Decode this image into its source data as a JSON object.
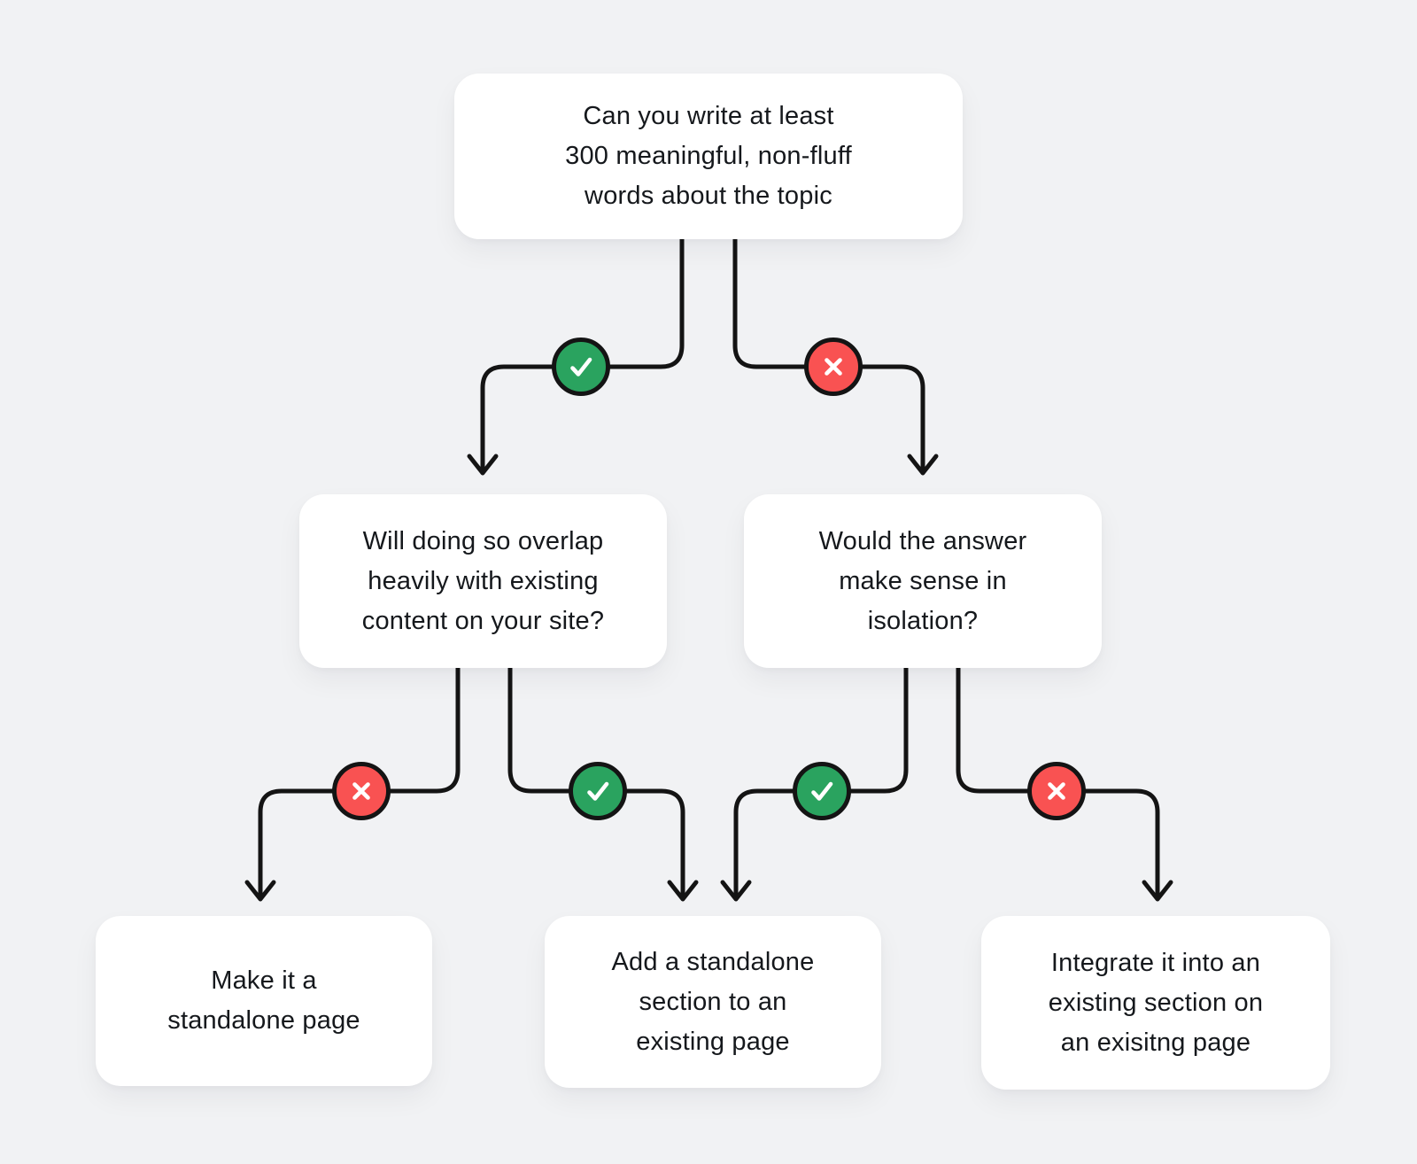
{
  "diagram": {
    "kind": "decision-flowchart",
    "background": "#f1f2f4"
  },
  "colors": {
    "bg": "#f1f2f4",
    "node_bg": "#ffffff",
    "line": "#141414",
    "text": "#15181c",
    "yes_green": "#2aa35f",
    "no_red": "#f95252",
    "icon_white": "#ffffff"
  },
  "icons": {
    "yes": "check-icon",
    "no": "x-icon"
  },
  "nodes": {
    "root": {
      "label": "Can you write at least\n300 meaningful, non-fluff\nwords about the topic"
    },
    "overlap": {
      "label": "Will doing so overlap\nheavily with existing\ncontent on your site?"
    },
    "isolation": {
      "label": "Would the answer\nmake sense in\nisolation?"
    },
    "standalone_page": {
      "label": "Make it a\nstandalone page"
    },
    "standalone_section": {
      "label": "Add a standalone\nsection to an\nexisting page"
    },
    "integrate_existing": {
      "label": "Integrate it into an\nexisting section on\nan exisitng page"
    }
  },
  "branches": [
    {
      "from": "root",
      "to": "overlap",
      "result": "yes",
      "icon": "check-icon"
    },
    {
      "from": "root",
      "to": "isolation",
      "result": "no",
      "icon": "x-icon"
    },
    {
      "from": "overlap",
      "to": "standalone_page",
      "result": "no",
      "icon": "x-icon"
    },
    {
      "from": "overlap",
      "to": "standalone_section",
      "result": "yes",
      "icon": "check-icon"
    },
    {
      "from": "isolation",
      "to": "standalone_section",
      "result": "yes",
      "icon": "check-icon"
    },
    {
      "from": "isolation",
      "to": "integrate_existing",
      "result": "no",
      "icon": "x-icon"
    }
  ]
}
